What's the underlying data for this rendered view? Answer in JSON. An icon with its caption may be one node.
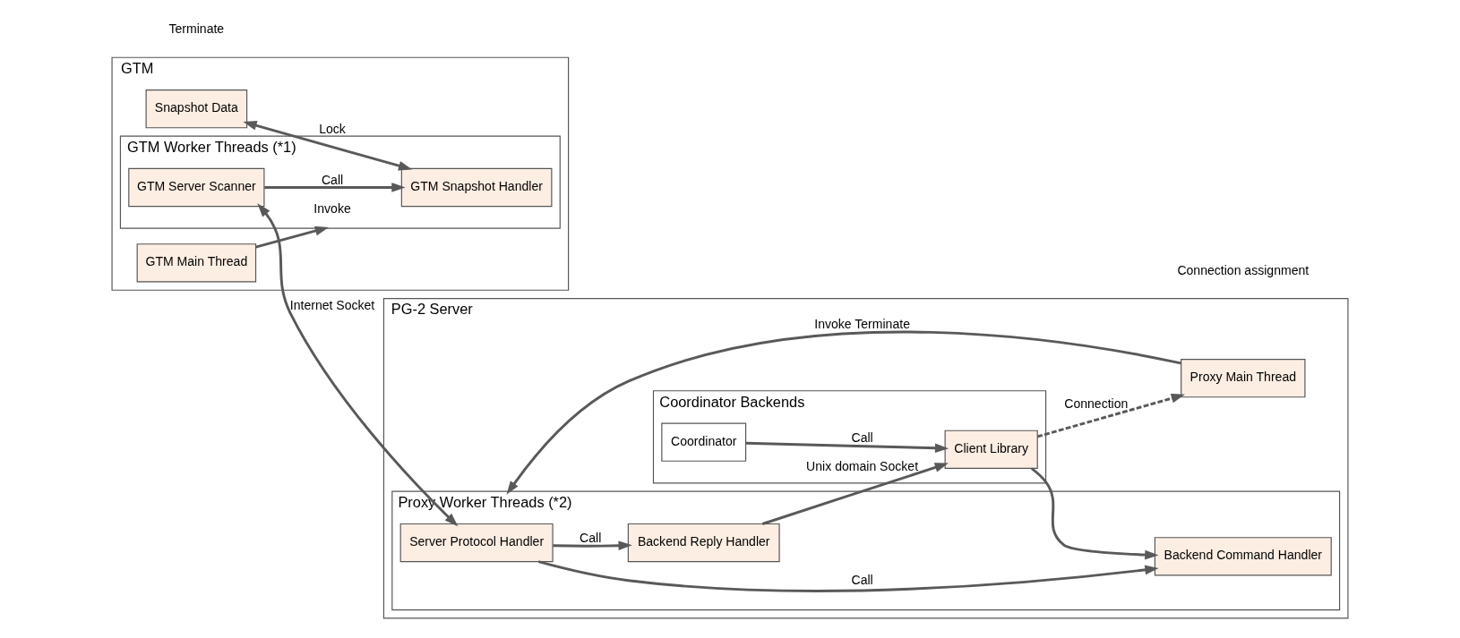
{
  "diagram": {
    "nodes": [
      {
        "text": [
          "GTM"
        ]
      },
      {
        "text": [
          "GTM Worker Threads (*1)"
        ],
        "in": 0
      },
      {
        "text": [
          "Snapshot Data"
        ],
        "in": 0
      },
      {
        "text": [
          "GTM Snapshot Handler"
        ],
        "in": 1
      },
      {
        "text": [
          "GTM Server Scanner"
        ],
        "in": 1
      },
      {
        "text": [
          "GTM Main Thread"
        ],
        "in": 0
      },
      {
        "text": [
          "PG-2 Server"
        ]
      },
      {
        "text": [
          "Proxy Worker Threads (*2)"
        ],
        "in": 6
      },
      {
        "text": [
          "Server Protocol Handler"
        ],
        "in": 7
      },
      {
        "text": [
          "Backend Command Handler"
        ],
        "in": 7
      },
      {
        "text": [
          "Backend Reply Handler"
        ],
        "in": 7
      },
      {
        "text": [
          "Coordinator Backends"
        ],
        "in": 6
      },
      {
        "text": [
          "Client Library"
        ],
        "in": 11
      },
      {
        "text": [
          "Coordinator"
        ],
        "in": 11
      },
      {
        "text": [
          "Proxy Main Thread"
        ],
        "in": 6
      }
    ],
    "edges": [
      {
        "from": 2,
        "to": 3,
        "arrow": "both",
        "label": "Lock"
      },
      {
        "from": 4,
        "to": 3,
        "arrow": "to",
        "label": "Call"
      },
      {
        "from": 5,
        "to": 1,
        "arrow": "to",
        "label": "Invoke"
      },
      {
        "from": 4,
        "to": 8,
        "arrow": "both",
        "label": "Internet Socket"
      },
      {
        "from": 8,
        "to": 9,
        "arrow": "to",
        "label": "Call"
      },
      {
        "from": 8,
        "to": 10,
        "arrow": "to",
        "label": "Call"
      },
      {
        "from": 12,
        "to": 9,
        "arrow": "to"
      },
      {
        "from": 10,
        "to": 12,
        "arrow": "to",
        "label": "Unix domain Socket"
      },
      {
        "from": 13,
        "to": 12,
        "arrow": "to",
        "label": "Call"
      },
      {
        "from": 14,
        "to": 7,
        "arrow": "to",
        "label": "Invoke Terminate"
      },
      {
        "from": 12,
        "to": 14,
        "arrow": "to",
        "style": "dashed",
        "label": "Connection"
      }
    ],
    "labels": [
      "Terminate",
      "Connection assignment"
    ]
  }
}
